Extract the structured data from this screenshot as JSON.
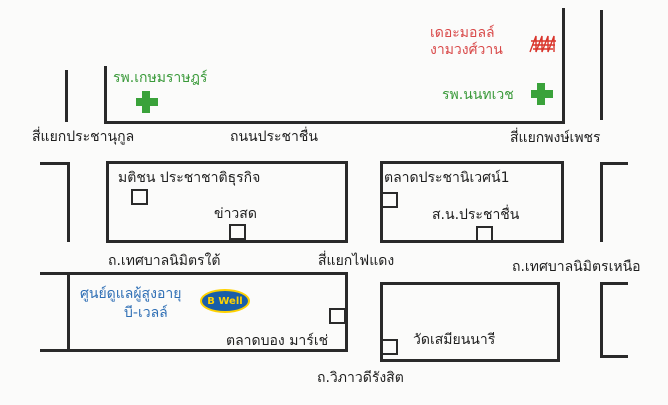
{
  "map": {
    "places": {
      "the_mall_ngamwongwan": "เดอะมอลล์\nงามวงศ์วาน",
      "kasemrad_hospital": "รพ.เกษมราษฎร์",
      "nonthavej_hospital": "รพ.นนทเวช",
      "matichon": "มติชน ประชาชาติธุรกิจ",
      "khaosod": "ข่าวสด",
      "talat_prachaniwet1": "ตลาดประชานิเวศน์1",
      "police_prachachuen": "ส.น.ประชาชื่น",
      "bwell_center_line1": "ศูนย์ดูแลผู้สูงอายุ",
      "bwell_center_line2": "บี-เวลล์",
      "talat_bong_mart": "ตลาดบอง มาร์เช่",
      "wat_samian_nari": "วัดเสมียนนารี"
    },
    "roads": {
      "prachanukul_intersection": "สี่แยกประชานุกูล",
      "prachachuen_road": "ถนนประชาชื่น",
      "phongphet_intersection": "สี่แยกพงษ์เพชร",
      "thetsaban_nimit_tai": "ถ.เทศบาลนิมิตรใต้",
      "faidaeng_intersection": "สี่แยกไฟแดง",
      "thetsaban_nimit_nuea": "ถ.เทศบาลนิมิตรเหนือ",
      "vibhavadi_rangsit": "ถ.วิภาวดีรังสิต"
    },
    "logo": {
      "text": "B Well",
      "color": "#1a5ea8",
      "accent": "#ffd200"
    },
    "colors": {
      "hospital": "#3aa23a",
      "mall": "#d94a4a",
      "bwell_text": "#2f6fb5",
      "lines": "#2a2a2a"
    }
  }
}
